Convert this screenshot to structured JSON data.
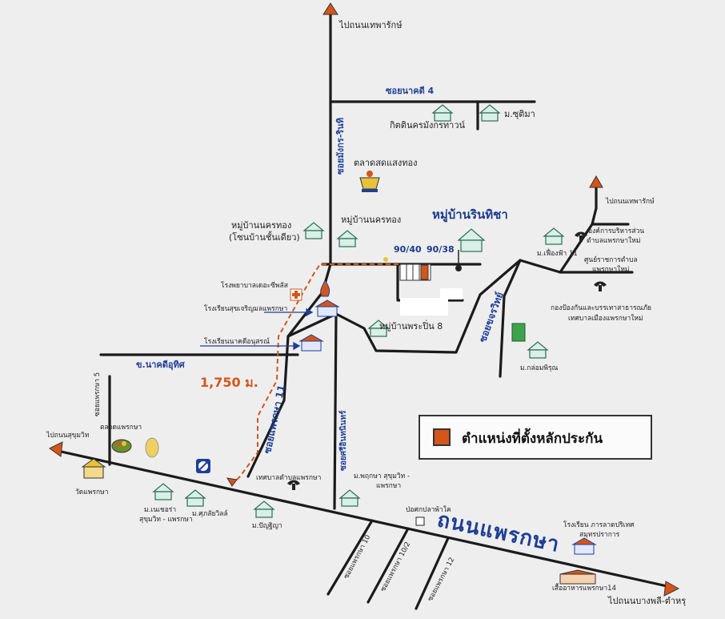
{
  "destinations": {
    "north_top": "ไปถนนเทพารักษ์",
    "north_right": "ไปถนนเทพารักษ์",
    "west": "ไปถนนสุขุมวิท",
    "east": "ไปถนนบางพลี-ตำหรุ"
  },
  "roads": {
    "soi_nakhadi_4": "ซอยนาคดี 4",
    "soi_mangkorn_rinthi": "ซอยมังกร-รินทิ",
    "soi_nakhadi_uthit": "ข.นาคดีอุทิศ",
    "soi_phraeksa_11": "ซอยแพรกษา 11",
    "soi_sri_inthanin": "ซอยศรีอินทนินทร์",
    "soi_khrorawit": "ซอยขจรวิทย์",
    "soi_phraeksa_5": "ซอยแพรกษา 5",
    "thanon_phraeksa": "ถนนแพรกษา",
    "soi_phraeksa_10": "ซอยแพรกษา 10",
    "soi_phraeksa_10_2": "ซอยแพรกษา 10/2",
    "soi_phraeksa_12": "ซอยแพรกษา 12"
  },
  "places": {
    "kittinakorn": "กิตตินครมังกรทาวน์",
    "m_suthima": "ม.ซุติมา",
    "talat_sang_thong": "ตลาดสดแสงทอง",
    "moo_nakhon_thong_1": "หมู่บ้านนครทอง",
    "moo_nakhon_thong_1b": "(โซนบ้านชั้นเดียว)",
    "moo_nakhon_thong_2": "หมู่บ้านนครทอง",
    "moo_rinthicha": "หมู่บ้านรินทิชา",
    "plot_a": "90/40",
    "plot_b": "90/38",
    "m_fueangfa": "ม.เฟื่องฟ้า 11",
    "obt_1": "องค์การบริหารส่วน",
    "obt_2": "ตำบลแพรกษาใหม่",
    "center_1": "ศูนย์ราชการตำบล",
    "center_2": "แพรกษาใหม่",
    "disaster_1": "กองป้องกันและบรรเทาสาธารณภัย",
    "disaster_2": "เทศบาลเมืองแพรกษาใหม่",
    "hospital": "โรงพยาบาลเดอะซีพลัส",
    "school_suksaroenmon": "โรงเรียนสุขเจริญมลแพรกษา",
    "school_nakhadi": "โรงเรียนนาคดีอนุสรณ์",
    "moo_phraepin_8": "หมู่บ้านพระปิ่น 8",
    "m_klomphirun": "ม.กล่อมพิรุณ",
    "distance": "1,750 ม.",
    "talat_phraeksa": "ตลาดแพรกษา",
    "wat_phraeksa": "วัดแพรกษา",
    "m_nesha_1": "ม.เนเชอร่า",
    "m_nesha_2": "สุขุมวิท - แพรกษา",
    "m_sakchaiwil": "ม.ศุภลัยวิลล์",
    "m_banyatha": "ม.ปัญฐิญา",
    "thesaban": "เทศบาลตำบลแพรกษา",
    "m_phruksa_1": "ม.พฤกษา สุขุมวิท -",
    "m_phruksa_2": "แพรกษา",
    "post_office": "ป่อศกปลาพ้าใค",
    "school_rat_1": "โรงเรียน ภารลาดปริเทศ",
    "school_rat_2": "สมุทรปราการ",
    "food_shop": "เสื้ออาหารแพรกษา14"
  },
  "legend": {
    "label": "ตำแหน่งที่ตั้งหลักประกัน",
    "swatch_color": "#d4561a"
  },
  "colors": {
    "road": "#1b1b1b",
    "arrow": "#d4561a",
    "route_dash": "#d4561a",
    "text_blue": "#1f3f95"
  }
}
